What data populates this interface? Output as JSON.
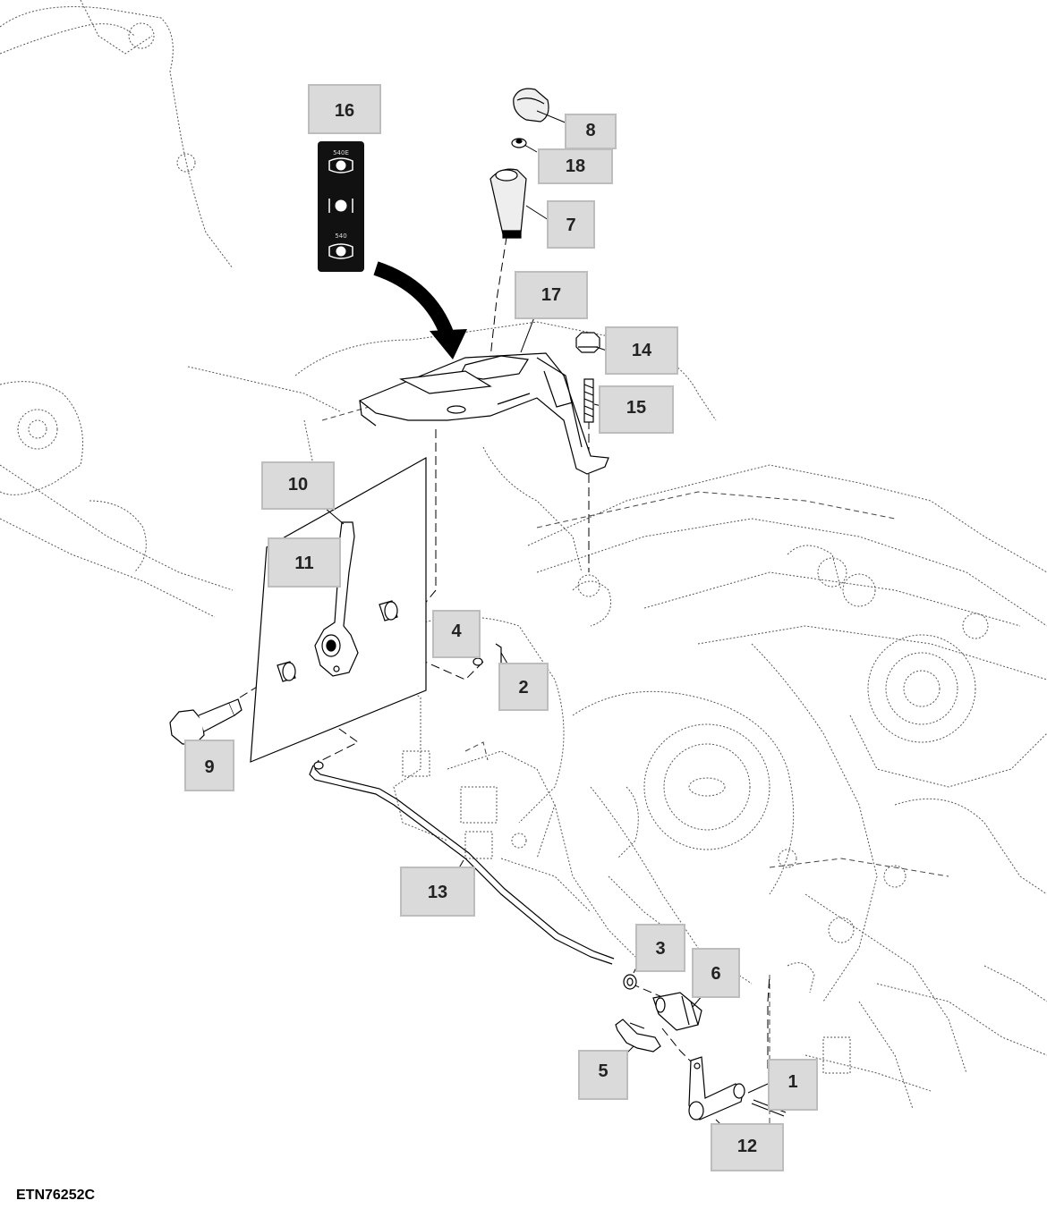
{
  "drawing_id": "ETN76252C",
  "callouts": [
    "16",
    "8",
    "18",
    "7",
    "17",
    "14",
    "15",
    "10",
    "11",
    "4",
    "2",
    "9",
    "13",
    "3",
    "6",
    "5",
    "1",
    "12"
  ],
  "decal": {
    "top_label": "540E",
    "bottom_label": "540"
  },
  "colors": {
    "callout_fill": "#dadada",
    "callout_border": "#bdbdbd",
    "decal_bg": "#111111",
    "line": "#000000"
  }
}
